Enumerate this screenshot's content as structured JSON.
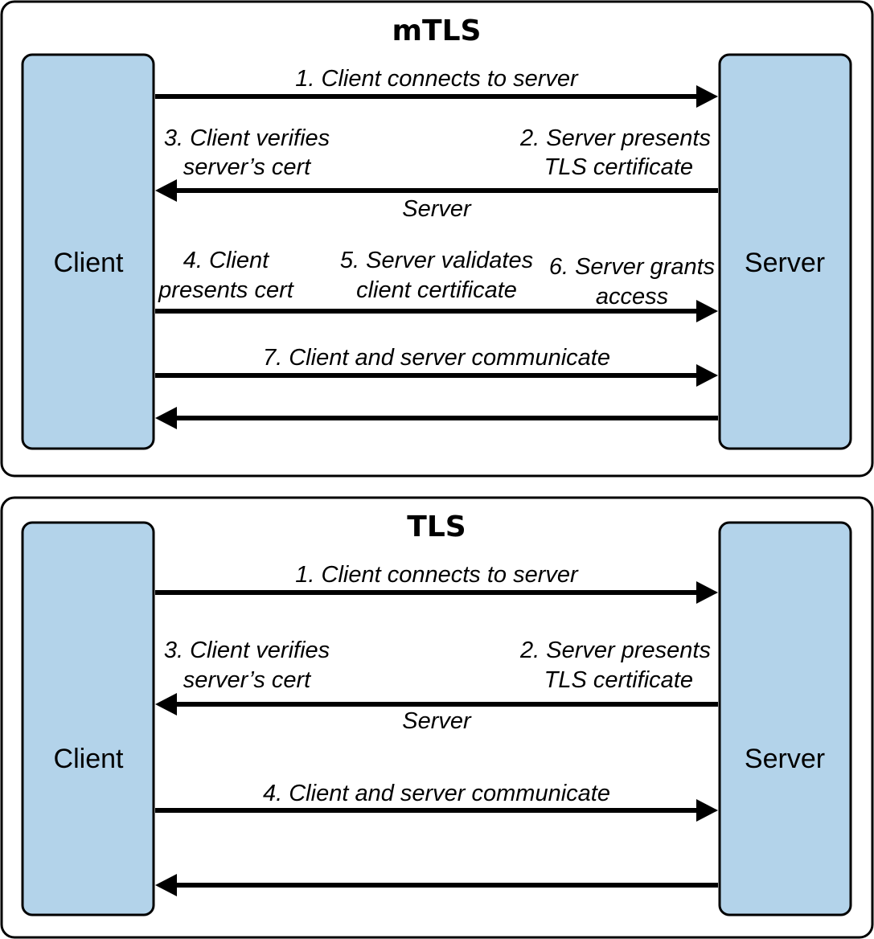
{
  "colors": {
    "node_fill": "#b3d3ea",
    "stroke": "#000000",
    "background": "#ffffff"
  },
  "panels": [
    {
      "title": "mTLS",
      "client_label": "Client",
      "server_label": "Server",
      "arrows": [
        {
          "direction": "right",
          "labels": [
            "1. Client connects to server"
          ]
        },
        {
          "direction": "left",
          "labels": [
            "2. Server presents",
            "TLS certificate",
            "3. Client verifies",
            "server’s cert",
            "Server"
          ]
        },
        {
          "direction": "right",
          "labels": [
            "4. Client",
            "presents cert",
            "5. Server validates",
            "client certificate",
            "6. Server grants",
            "access"
          ]
        },
        {
          "direction": "right",
          "labels": [
            "7. Client and server communicate"
          ]
        },
        {
          "direction": "left",
          "labels": []
        }
      ]
    },
    {
      "title": "TLS",
      "client_label": "Client",
      "server_label": "Server",
      "arrows": [
        {
          "direction": "right",
          "labels": [
            "1. Client connects to server"
          ]
        },
        {
          "direction": "left",
          "labels": [
            "2. Server presents",
            "TLS certificate",
            "3. Client verifies",
            "server’s cert",
            "Server"
          ]
        },
        {
          "direction": "right",
          "labels": [
            "4. Client and server communicate"
          ]
        },
        {
          "direction": "left",
          "labels": []
        }
      ]
    }
  ]
}
